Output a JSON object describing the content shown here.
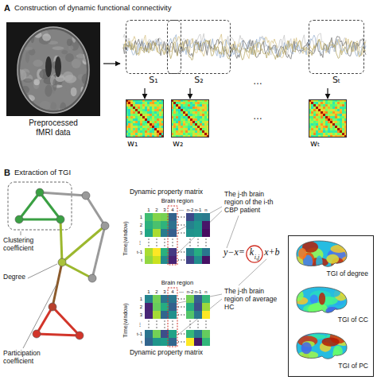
{
  "diagram": {
    "nodes": [
      {
        "text": [
          "Preprocessed fMRI data"
        ]
      },
      {
        "text": [
          "S₁"
        ]
      },
      {
        "text": [
          "S₂"
        ]
      },
      {
        "text": [
          "Sₜ"
        ]
      },
      {
        "text": [
          "w₁"
        ]
      },
      {
        "text": [
          "w₂"
        ]
      },
      {
        "text": [
          "wₜ"
        ]
      },
      {
        "text": [
          "Dynamic property matrix",
          "Brain region",
          "1",
          "2",
          "3",
          "4",
          "⋯",
          "n-2",
          "n-1",
          "n",
          "1",
          "2",
          "3",
          "⋮",
          "t-1",
          "t",
          "Time(window)"
        ]
      },
      {
        "text": [
          "Brain region",
          "1",
          "2",
          "3",
          "4",
          "⋯",
          "n-2",
          "n-1",
          "n",
          "1",
          "2",
          "3",
          "⋮",
          "t-1",
          "t",
          "Time(window)",
          "Dynamic property matrix"
        ]
      },
      {
        "text": [
          "TGI of degree",
          "TGI of CC",
          "TGI of PC"
        ]
      }
    ],
    "edges": [
      {
        "from": 1,
        "to": 4,
        "arrow": "to"
      },
      {
        "from": 2,
        "to": 5,
        "arrow": "to"
      },
      {
        "from": 3,
        "to": 6,
        "arrow": "to"
      }
    ],
    "labels": [
      "A",
      "Construction of dynamic functional connectivity",
      "…",
      "…",
      "B",
      "Extraction of TGI",
      "Clustering coefficient",
      "Degree",
      "Participation coefficient",
      "The j-th brain region of the i-th CBP patient",
      "y−x=",
      "k",
      "i,j",
      "x+b",
      "The j-th brain region of average HC"
    ]
  }
}
